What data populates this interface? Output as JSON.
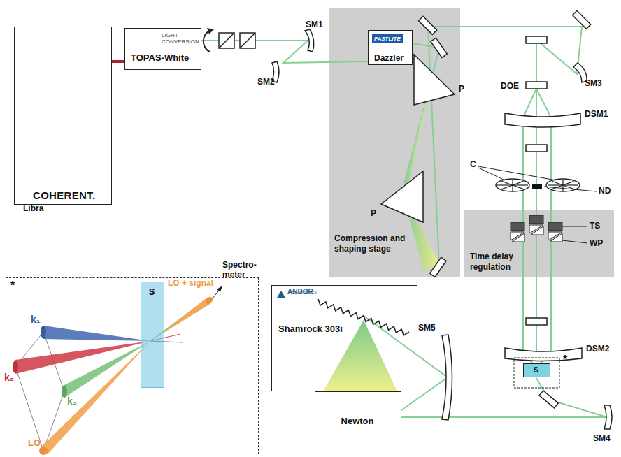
{
  "diagram": {
    "nodes": [
      {
        "text": [
          "COHERENT.",
          "Libra"
        ]
      },
      {
        "text": [
          "LIGHT CONVERSION",
          "TOPAS-White"
        ]
      },
      {
        "text": [
          "Compression and shaping stage"
        ]
      },
      {
        "text": [
          "FASTLITE",
          "Dazzler"
        ],
        "in": 2
      },
      {
        "text": [
          "Time delay regulation"
        ]
      },
      {
        "text": [
          "ANDOR",
          "Shamrock 303i"
        ]
      },
      {
        "text": [
          "Newton"
        ]
      },
      {
        "text": [
          "*"
        ]
      },
      {
        "text": [
          "S"
        ],
        "in": 7
      },
      {
        "text": [
          "*"
        ]
      },
      {
        "text": [
          "S"
        ],
        "in": 9
      }
    ],
    "edges": [
      {
        "from": 0,
        "to": 1,
        "arrow": "none"
      }
    ],
    "labels": [
      "SM1",
      "SM2",
      "P",
      "P",
      "SM3",
      "DOE",
      "DSM1",
      "C",
      "ND",
      "TS",
      "WP",
      "DSM2",
      "SM4",
      "SM5",
      "TECHNOLOGY",
      "Spectro-meter",
      "LO + signal",
      "k₁",
      "k₂",
      "k₃",
      "LO"
    ]
  }
}
